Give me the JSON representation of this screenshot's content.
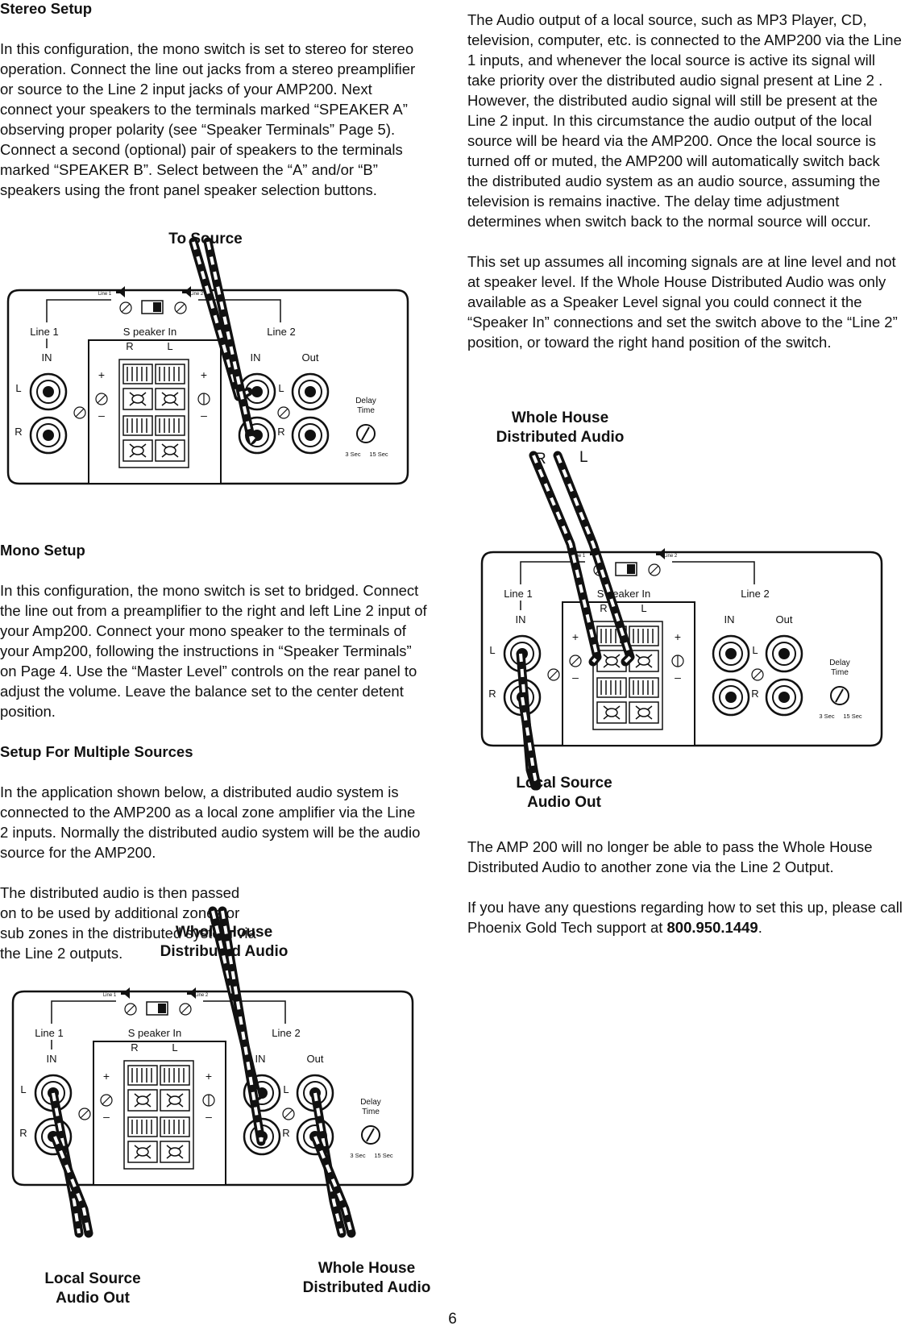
{
  "left": {
    "stereo": {
      "heading": "Stereo Setup",
      "body": "In this configuration, the mono switch is set to stereo for stereo operation.  Connect the line out jacks from a stereo preamplifier or source to the Line 2 input jacks of your AMP200.  Next connect your speakers to the terminals marked “SPEAKER A” observing proper polarity (see “Speaker Terminals” Page 5).  Connect a second (optional) pair of speakers to the terminals marked “SPEAKER B”.  Select between the “A” and/or “B” speakers using the front panel speaker selection buttons."
    },
    "diagram1_caption": "To Source",
    "mono": {
      "heading": "Mono Setup",
      "body": "In this configuration, the mono switch is set to bridged. Connect the line out from a preamplifier to the right and left Line 2 input of your Amp200.  Connect your mono speaker to the terminals of your Amp200, following the instructions in “Speaker Terminals” on Page 4.  Use the “Master Level” controls on the rear panel to adjust the volume.  Leave the balance set to the center detent position."
    },
    "multi": {
      "heading": "Setup For Multiple Sources",
      "body1": "In the application shown below, a distributed audio system is connected to the AMP200 as a local zone amplifier via the Line 2 inputs.  Normally the distributed audio system will be the audio source for the AMP200.",
      "body2": "The distributed audio is then passed on to be used by additional zones or sub zones in the distributed system via the Line 2 outputs."
    },
    "diagram3_top_caption": "Whole House\nDistributed Audio",
    "diagram3_left_caption": "Local Source\nAudio Out",
    "diagram3_right_caption": "Whole House\nDistributed Audio"
  },
  "right": {
    "p1": "The Audio output of a local source, such as MP3 Player, CD, television, computer, etc. is connected to the AMP200 via the Line 1 inputs, and whenever the local source is active its signal will take priority over the distributed audio signal present at Line 2 .  However, the distributed audio signal will still be present at the Line 2 input.   In this circumstance the audio output of the local source will be heard via the AMP200.  Once the local source is turned off or muted, the AMP200 will automatically switch back the distributed audio system as an audio source, assuming the television is remains  inactive. The delay time adjustment determines when switch back to the normal source will occur.",
    "p2": "This set up assumes all incoming signals are at line level and not at speaker level.  If the Whole House Distributed Audio was only available as a Speaker Level signal you could connect it the “Speaker In” connections and set the switch above to the “Line 2” position, or toward the right hand position of the switch.",
    "diagram2_top_caption": "Whole House\nDistributed Audio",
    "diagram2_r": "R",
    "diagram2_l": "L",
    "diagram2_bottom_caption": "Local Source\nAudio Out",
    "p3": "The AMP 200 will no longer be able to pass the Whole House Distributed Audio to another zone via the Line 2 Output.",
    "p4_pre": "If you have any questions regarding how to set this up, please call Phoenix Gold Tech support at ",
    "p4_phone": "800.950.1449",
    "p4_post": "."
  },
  "panel_labels": {
    "line1": "Line 1",
    "line2": "Line 2",
    "in": "IN",
    "out": "Out",
    "speaker_in": "S peaker In",
    "r": "R",
    "l": "L",
    "plus": "+",
    "minus": "–",
    "delay1": "Delay",
    "delay2": "Time",
    "sec3": "3 Sec",
    "sec15": "15 Sec",
    "sw_line1": "Line 1",
    "sw_line2": "Line 2"
  },
  "page_number": "6"
}
